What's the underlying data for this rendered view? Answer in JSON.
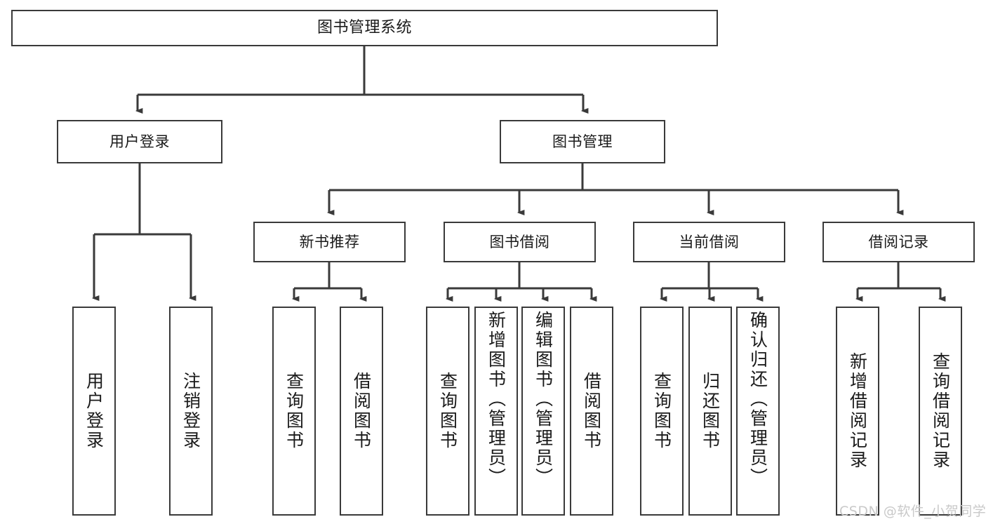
{
  "diagram": {
    "type": "tree-hierarchy",
    "title": "图书管理系统",
    "watermark": "CSDN @软件_小贺同学",
    "colors": {
      "stroke": "#3a3a3a",
      "fill": "#ffffff",
      "text": "#1a1a1a",
      "watermark": "#c9c9c9"
    },
    "root": {
      "label": "图书管理系统"
    },
    "level2": [
      {
        "id": "user-login",
        "label": "用户登录"
      },
      {
        "id": "book-manage",
        "label": "图书管理"
      }
    ],
    "level3": [
      {
        "id": "new-book-recommend",
        "label": "新书推荐"
      },
      {
        "id": "book-borrow",
        "label": "图书借阅"
      },
      {
        "id": "current-borrow",
        "label": "当前借阅"
      },
      {
        "id": "borrow-record",
        "label": "借阅记录"
      }
    ],
    "leaves": {
      "user_login": [
        {
          "id": "leaf-user-login",
          "label": "用户登录"
        },
        {
          "id": "leaf-logout-login",
          "label": "注销登录"
        }
      ],
      "new_book_recommend": [
        {
          "id": "leaf-query-book-1",
          "label": "查询图书"
        },
        {
          "id": "leaf-borrow-book-1",
          "label": "借阅图书"
        }
      ],
      "book_borrow": [
        {
          "id": "leaf-query-book-2",
          "label": "查询图书"
        },
        {
          "id": "leaf-add-book",
          "label": "新增图书（管理员）"
        },
        {
          "id": "leaf-edit-book",
          "label": "编辑图书（管理员）"
        },
        {
          "id": "leaf-borrow-book-2",
          "label": "借阅图书"
        }
      ],
      "current_borrow": [
        {
          "id": "leaf-query-book-3",
          "label": "查询图书"
        },
        {
          "id": "leaf-return-book",
          "label": "归还图书"
        },
        {
          "id": "leaf-confirm-return",
          "label": "确认归还（管理员）"
        }
      ],
      "borrow_record": [
        {
          "id": "leaf-add-record",
          "label": "新增借阅记录"
        },
        {
          "id": "leaf-query-record",
          "label": "查询借阅记录"
        }
      ]
    }
  }
}
